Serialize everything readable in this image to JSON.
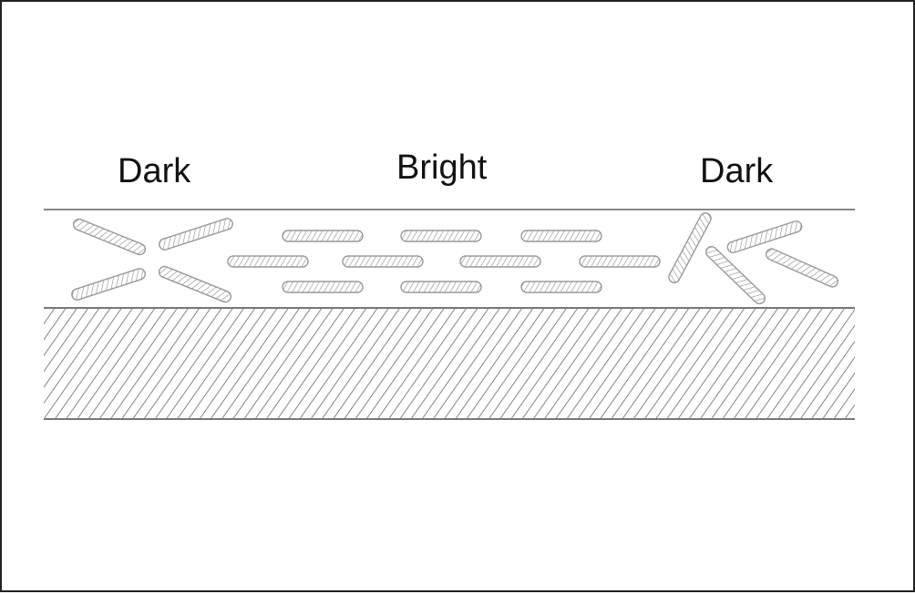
{
  "labels": {
    "left": "Dark",
    "middle": "Bright",
    "right": "Dark"
  },
  "colors": {
    "line": "#888888",
    "hatch": "#666666",
    "molecule_stroke": "#9a9a9a",
    "text": "#111111"
  },
  "icons": {
    "molecule": "rod-molecule-icon",
    "substrate": "hatched-substrate"
  }
}
